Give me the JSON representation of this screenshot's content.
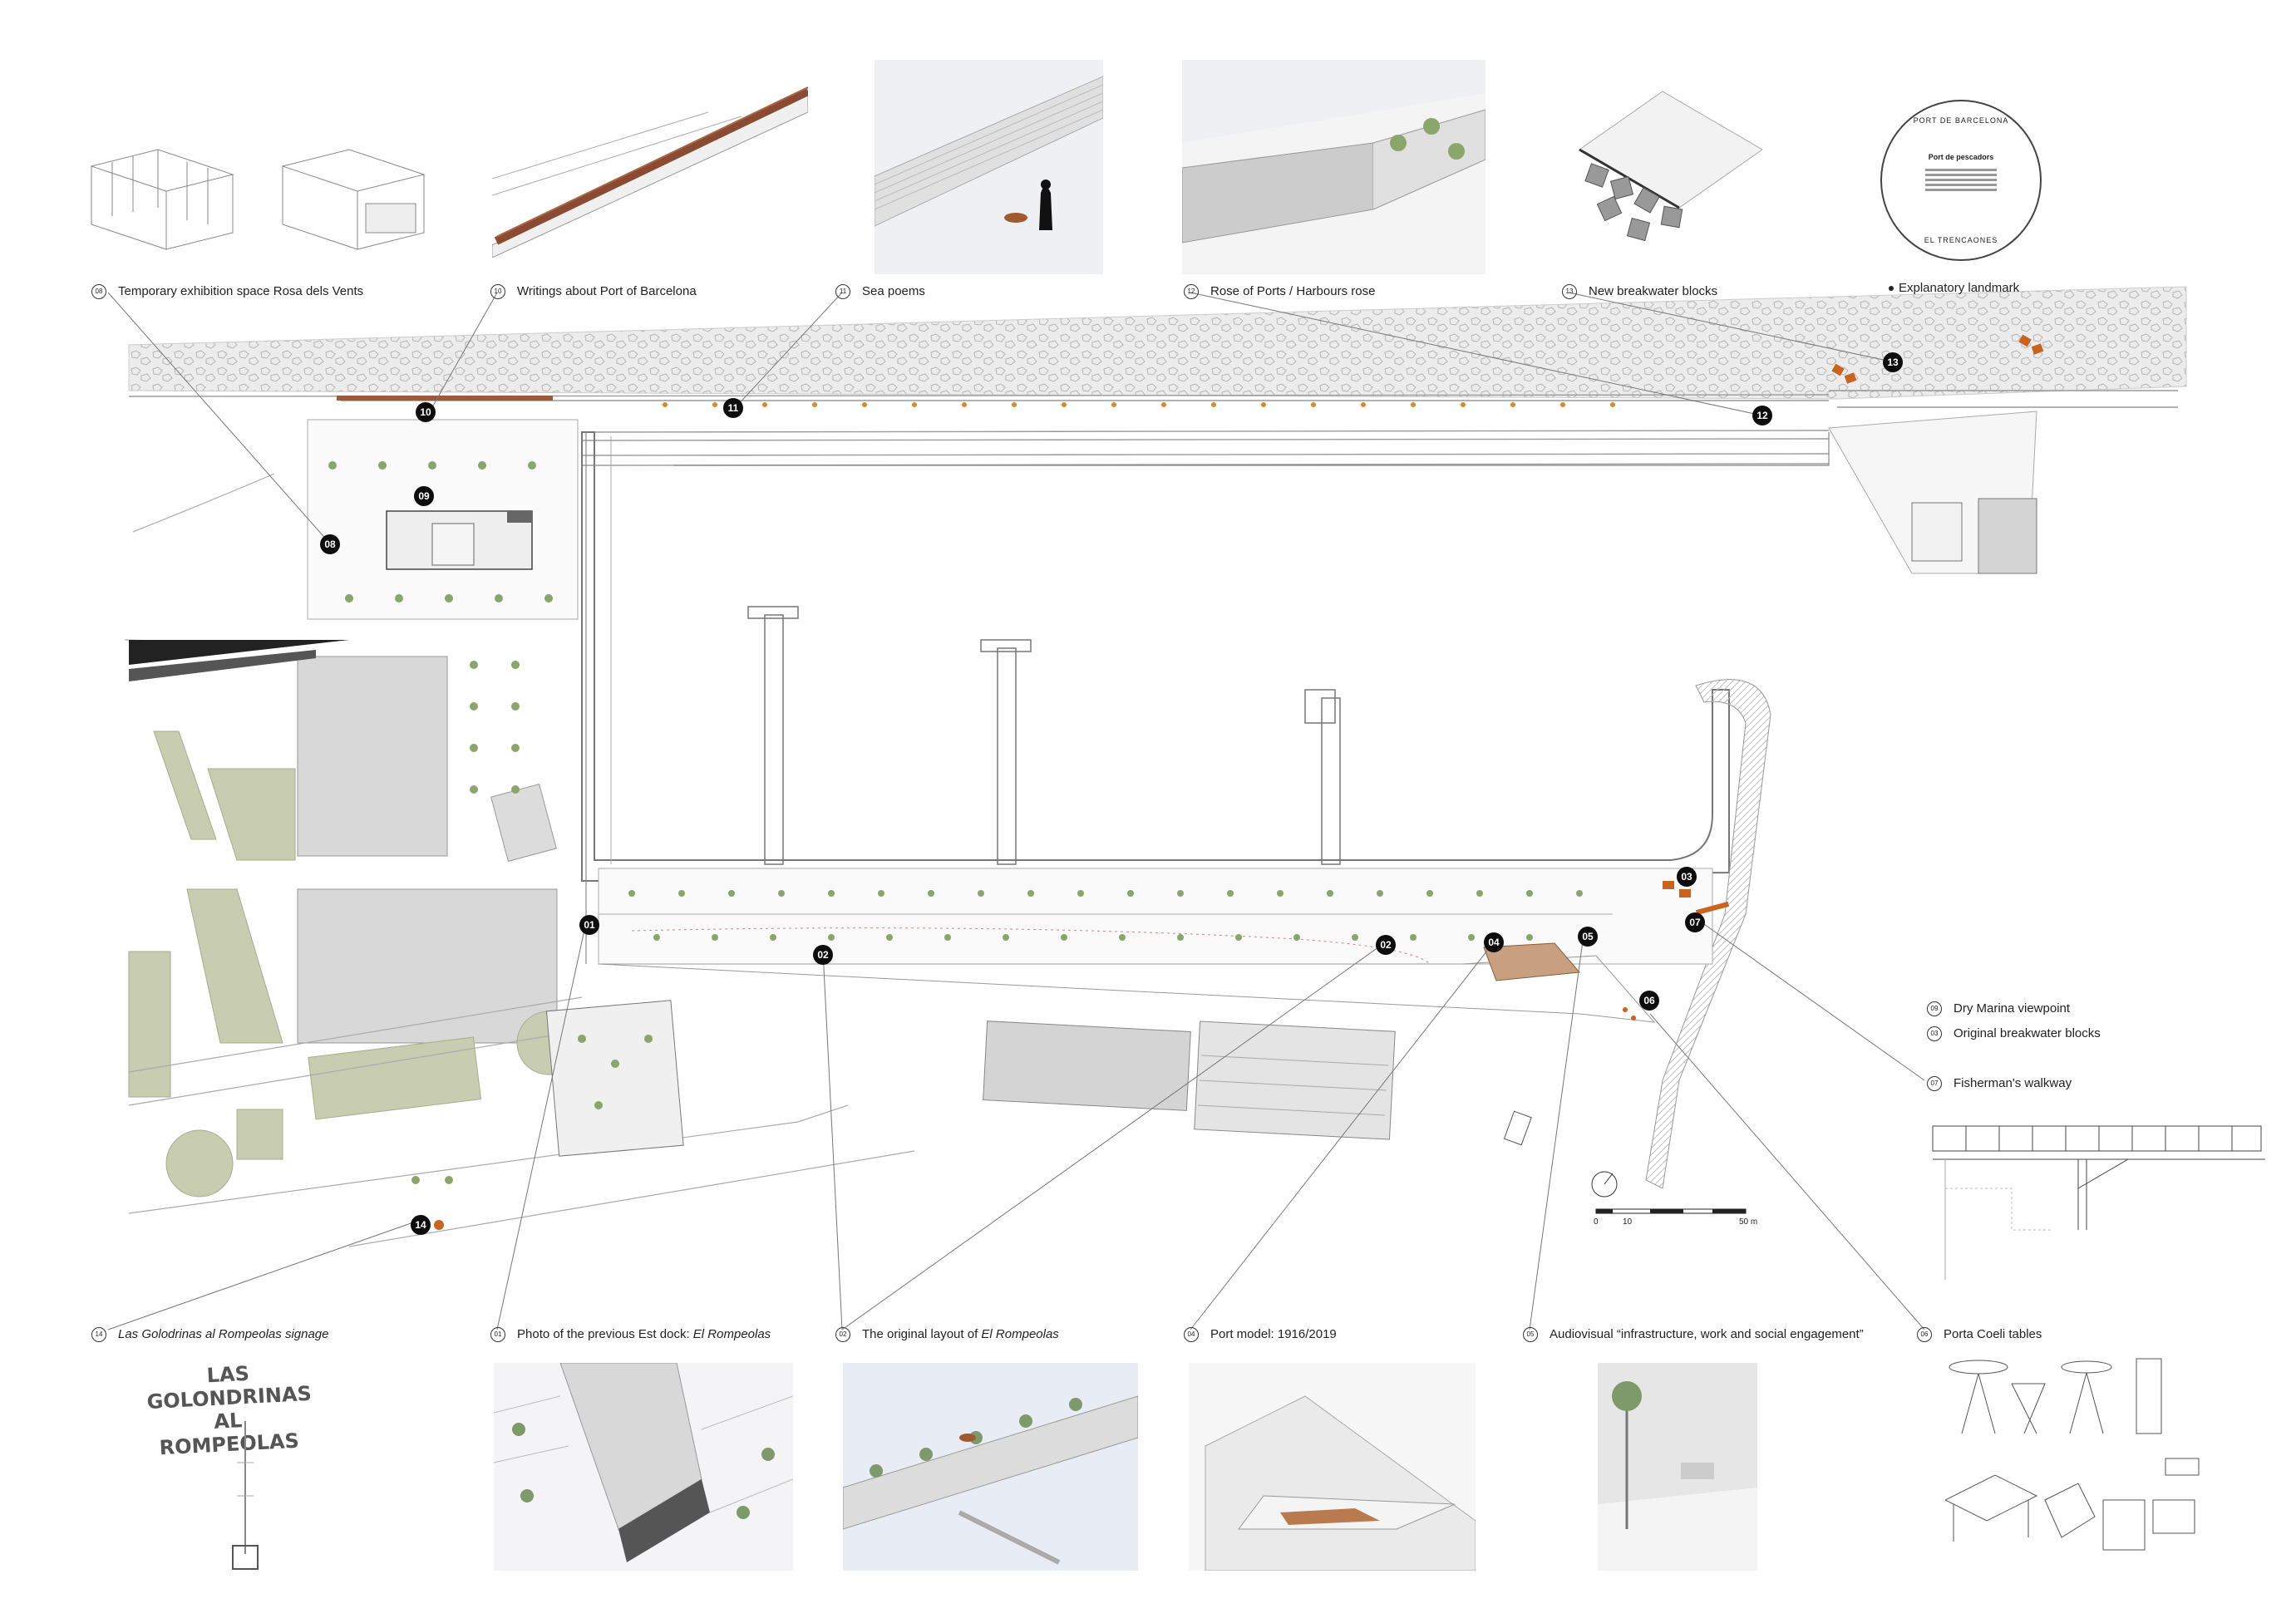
{
  "top_labels": [
    {
      "num": "08",
      "text": "Temporary exhibition space Rosa dels Vents"
    },
    {
      "num": "10",
      "text": "Writings about Port of Barcelona"
    },
    {
      "num": "11",
      "text": "Sea poems"
    },
    {
      "num": "12",
      "text": "Rose of Ports / Harbours rose"
    },
    {
      "num": "13",
      "text": "New breakwater blocks"
    },
    {
      "num": "",
      "text": "Explanatory landmark"
    }
  ],
  "right_labels": [
    {
      "num": "09",
      "text": "Dry Marina viewpoint"
    },
    {
      "num": "03",
      "text": "Original breakwater blocks"
    },
    {
      "num": "07",
      "text": "Fisherman's walkway"
    }
  ],
  "bottom_labels": [
    {
      "num": "14",
      "text": "Las Golodrinas al Rompeolas signage",
      "italic_part": "Las Golodrinas al Rompeolas",
      "rest": " signage"
    },
    {
      "num": "01",
      "text": "Photo of the previous Est dock: El Rompeolas",
      "plain_part": "Photo of the previous Est dock: ",
      "italic_part": "El Rompeolas"
    },
    {
      "num": "02",
      "text": "The original layout of El Rompeolas",
      "plain_part": "The original layout of ",
      "italic_part": "El Rompeolas"
    },
    {
      "num": "04",
      "text": "Port model: 1916/2019"
    },
    {
      "num": "05",
      "text": "Audiovisual “infrastructure, work and social engagement”"
    },
    {
      "num": "06",
      "text": "Porta Coeli tables"
    }
  ],
  "map_markers": [
    "01",
    "02",
    "02",
    "03",
    "04",
    "05",
    "06",
    "07",
    "08",
    "09",
    "10",
    "11",
    "12",
    "13",
    "14"
  ],
  "landmark_text": {
    "ring_top": "PORT DE BARCELONA",
    "ring_bottom": "EL TRENCAONES",
    "title": "Port de pescadors"
  },
  "signage_text": [
    "LAS GOLONDRINAS",
    "AL ROMPEOLAS"
  ],
  "scale_bar": {
    "zero": "0",
    "ten": "10",
    "end": "50 m"
  },
  "colors": {
    "marker": "#0d0d0d",
    "green_block": "#c8ccb0",
    "orange": "#c8641e",
    "building": "#d4d4d4",
    "thumb_bg": "#eef0f3",
    "wood": "#8b4a32"
  }
}
